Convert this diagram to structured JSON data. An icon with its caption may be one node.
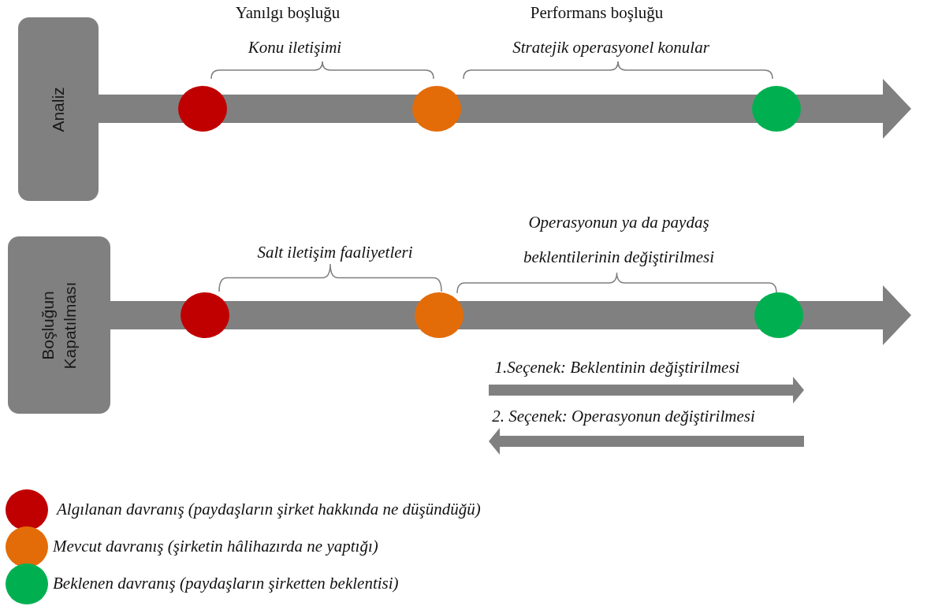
{
  "diagram": {
    "nodes": [
      {
        "text": [
          "Analiz"
        ]
      },
      {
        "text": [],
        "shape": "circle"
      },
      {
        "text": [],
        "shape": "circle"
      },
      {
        "text": [],
        "shape": "circle"
      },
      {
        "text": [
          "Boşluğun Kapatılması"
        ]
      },
      {
        "text": [],
        "shape": "circle"
      },
      {
        "text": [],
        "shape": "circle"
      },
      {
        "text": [],
        "shape": "circle"
      }
    ],
    "edges": [
      {
        "from": 0,
        "to": 1,
        "arrow": "none"
      },
      {
        "from": 1,
        "to": 2,
        "arrow": "none"
      },
      {
        "from": 2,
        "to": 3,
        "arrow": "none"
      },
      {
        "from": 3,
        "to": null,
        "arrow": "to"
      },
      {
        "from": 4,
        "to": 5,
        "arrow": "none"
      },
      {
        "from": 5,
        "to": 6,
        "arrow": "none"
      },
      {
        "from": 6,
        "to": 7,
        "arrow": "none"
      },
      {
        "from": 7,
        "to": null,
        "arrow": "to"
      }
    ],
    "labels": [
      "Yanılgı boşluğu",
      "Performans boşluğu",
      "Konu iletişimi",
      "Stratejik operasyonel konular",
      "Operasyonun ya da paydaş beklentilerinin değiştirilmesi",
      "Salt iletişim faaliyetleri",
      "1.Seçenek: Beklentinin değiştirilmesi",
      "2. Seçenek: Operasyonun değiştirilmesi"
    ],
    "legend": [
      {
        "text": "Algılanan davranış (paydaşların şirket hakkında ne düşündüğü)",
        "color": "#c00000"
      },
      {
        "text": "Mevcut davranış (şirketin hâlihazırda ne yaptığı)",
        "color": "#e36c09"
      },
      {
        "text": "Beklenen davranış (paydaşların şirketten beklentisi)",
        "color": "#00b050"
      }
    ]
  }
}
